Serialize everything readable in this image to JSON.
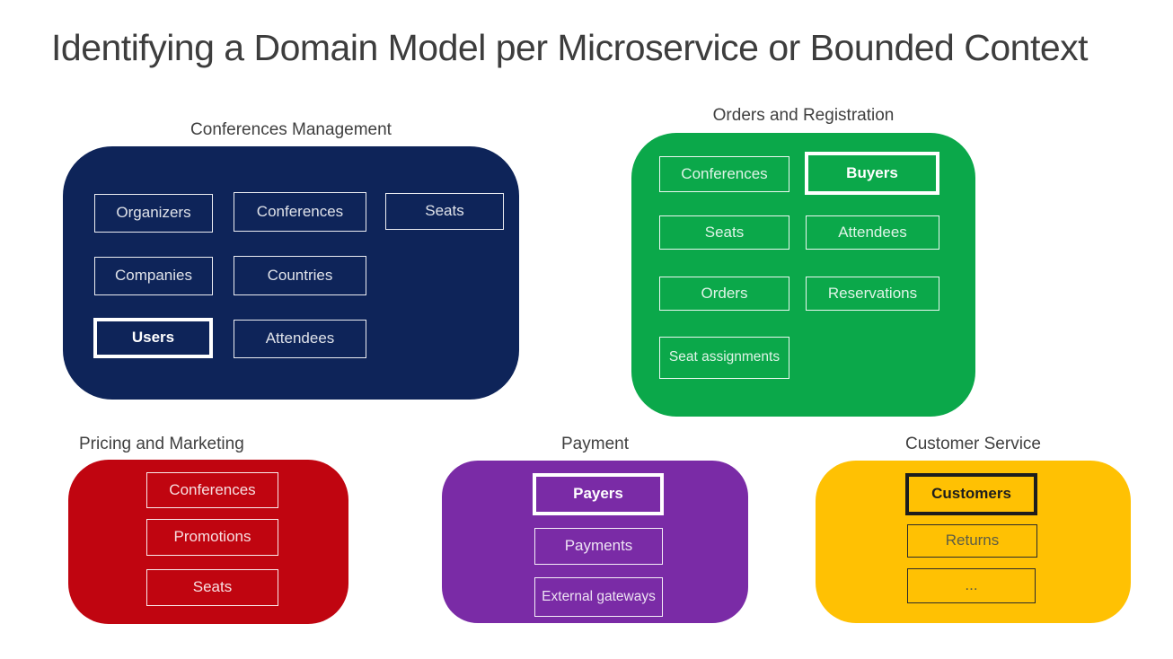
{
  "page_title": "Identifying a Domain Model per Microservice or Bounded Context",
  "contexts": [
    {
      "title": "Conferences Management",
      "color": "#0E2459",
      "entities": [
        {
          "label": "Organizers",
          "highlighted": false
        },
        {
          "label": "Conferences",
          "highlighted": false
        },
        {
          "label": "Seats",
          "highlighted": false
        },
        {
          "label": "Companies",
          "highlighted": false
        },
        {
          "label": "Countries",
          "highlighted": false
        },
        {
          "label": "Users",
          "highlighted": true
        },
        {
          "label": "Attendees",
          "highlighted": false
        }
      ]
    },
    {
      "title": "Orders and Registration",
      "color": "#0BA84A",
      "entities": [
        {
          "label": "Conferences",
          "highlighted": false
        },
        {
          "label": "Buyers",
          "highlighted": true
        },
        {
          "label": "Seats",
          "highlighted": false
        },
        {
          "label": "Attendees",
          "highlighted": false
        },
        {
          "label": "Orders",
          "highlighted": false
        },
        {
          "label": "Reservations",
          "highlighted": false
        },
        {
          "label": "Seat assignments",
          "highlighted": false
        }
      ]
    },
    {
      "title": "Pricing and Marketing",
      "color": "#C00510",
      "entities": [
        {
          "label": "Conferences",
          "highlighted": false
        },
        {
          "label": "Promotions",
          "highlighted": false
        },
        {
          "label": "Seats",
          "highlighted": false
        }
      ]
    },
    {
      "title": "Payment",
      "color": "#7A2BA6",
      "entities": [
        {
          "label": "Payers",
          "highlighted": true
        },
        {
          "label": "Payments",
          "highlighted": false
        },
        {
          "label": "External gateways",
          "highlighted": false
        }
      ]
    },
    {
      "title": "Customer Service",
      "color": "#FFC103",
      "entities": [
        {
          "label": "Customers",
          "highlighted": true
        },
        {
          "label": "Returns",
          "highlighted": false
        },
        {
          "label": "...",
          "highlighted": false
        }
      ]
    }
  ]
}
